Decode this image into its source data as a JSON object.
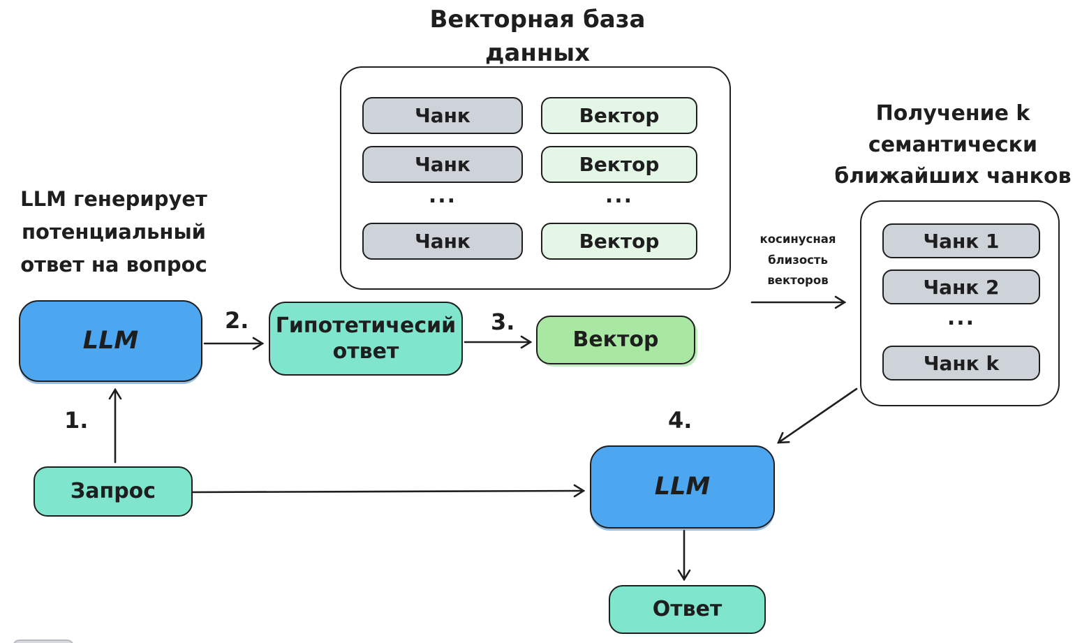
{
  "colors": {
    "background": "#ffffff",
    "stroke": "#1e1e1e",
    "llm_blue": "#4da6f0",
    "teal": "#7fe5cc",
    "green": "#a9e8a2",
    "light_green": "#e4f6e6",
    "chunk_gray": "#ced3da"
  },
  "left_note": {
    "line1": "LLM генерирует",
    "line2": "потенциальный",
    "line3": "ответ на вопрос"
  },
  "vector_db": {
    "title_line1": "Векторная база",
    "title_line2": "данных",
    "chunk_rows": [
      "Чанк",
      "Чанк",
      "Чанк"
    ],
    "vector_rows": [
      "Вектор",
      "Вектор",
      "Вектор"
    ],
    "ellipsis": "..."
  },
  "retrieval": {
    "title_line1": "Получение k",
    "title_line2": "семантически",
    "title_line3": "ближайших чанков",
    "items": [
      "Чанк 1",
      "Чанк 2",
      "...",
      "Чанк k"
    ]
  },
  "nodes": {
    "llm_top": "LLM",
    "hypothetical_line1": "Гипотетичесий",
    "hypothetical_line2": "ответ",
    "vector": "Вектор",
    "query": "Запрос",
    "llm_bottom": "LLM",
    "answer": "Ответ"
  },
  "steps": {
    "step1": "1.",
    "step2": "2.",
    "step3": "3.",
    "step4": "4."
  },
  "cosine_label": {
    "line1": "косинусная",
    "line2": "близость",
    "line3": "векторов"
  }
}
